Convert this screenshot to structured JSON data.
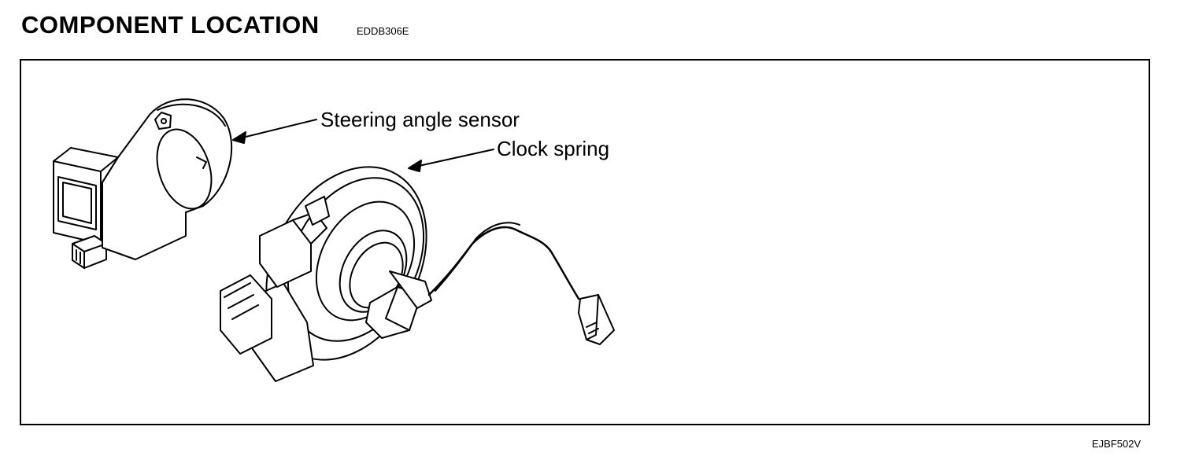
{
  "header": {
    "title": "COMPONENT LOCATION",
    "code": "EDDB306E"
  },
  "diagram": {
    "labels": {
      "steering_angle_sensor": "Steering angle sensor",
      "clock_spring": "Clock spring"
    },
    "figure_code": "EJBF502V"
  }
}
